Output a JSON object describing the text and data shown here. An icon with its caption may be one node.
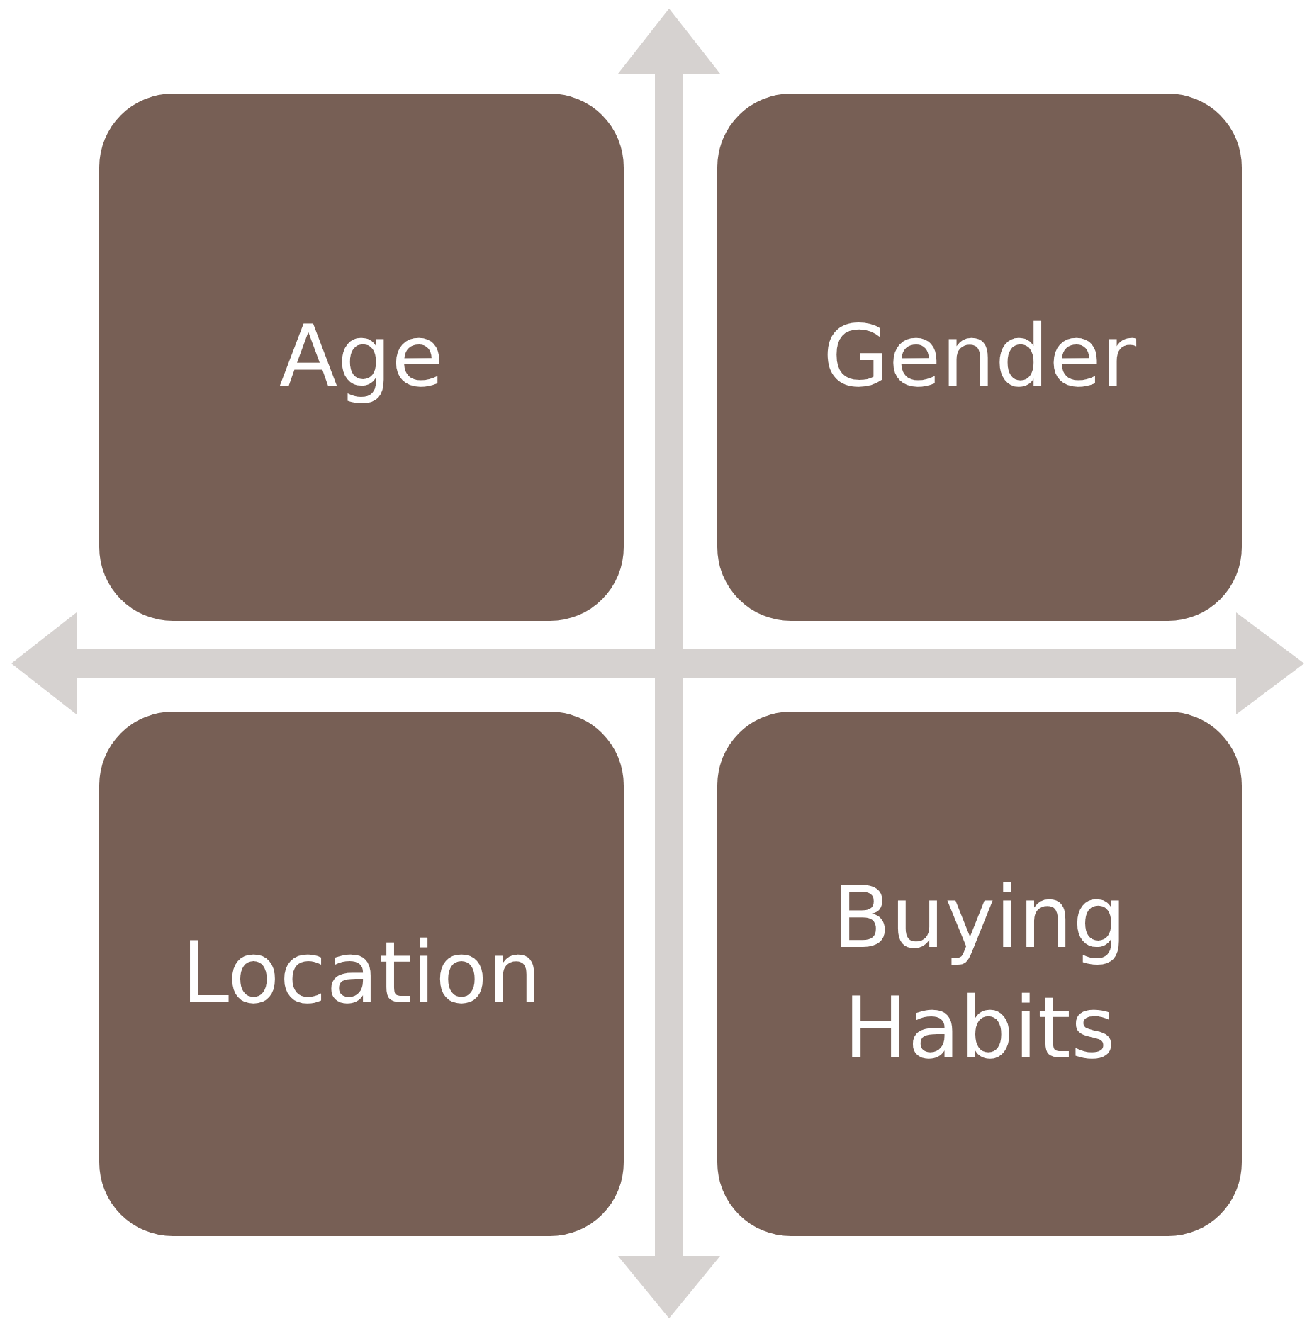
{
  "diagram": {
    "nodes": [
      {
        "text": [
          "Age"
        ]
      },
      {
        "text": [
          "Gender"
        ]
      },
      {
        "text": [
          "Location"
        ]
      },
      {
        "text": [
          "Buying Habits"
        ]
      }
    ]
  }
}
